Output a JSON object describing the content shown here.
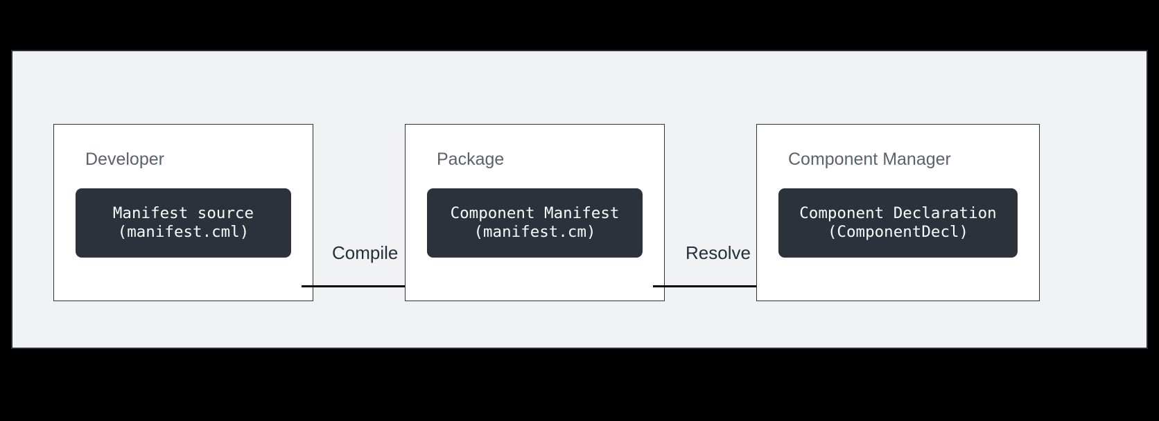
{
  "diagram": {
    "background_color": "#f0f2f4",
    "border_color": "#262f3a",
    "node_color": "#2b323b",
    "node_text_color": "#fafbfc",
    "group_title_color": "#5a626d",
    "edge_color": "#000000",
    "groups": [
      {
        "title": "Developer",
        "node": {
          "line1": "Manifest source",
          "line2": "(manifest.cml)"
        }
      },
      {
        "title": "Package",
        "node": {
          "line1": "Component Manifest",
          "line2": "(manifest.cm)"
        }
      },
      {
        "title": "Component Manager",
        "node": {
          "line1": "Component Declaration",
          "line2": "(ComponentDecl)"
        }
      }
    ],
    "edges": [
      {
        "label": "Compile",
        "from": "Manifest source",
        "to": "Component Manifest"
      },
      {
        "label": "Resolve",
        "from": "Component Manifest",
        "to": "Component Declaration"
      }
    ]
  }
}
